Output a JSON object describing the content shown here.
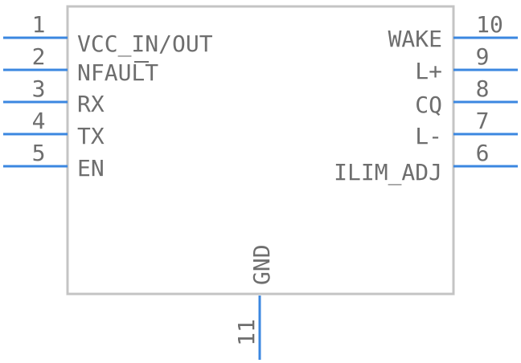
{
  "part": {
    "colors": {
      "pin": "#3b87e0",
      "body": "#c4c4c4",
      "text": "#6e6e6e"
    },
    "left_pins": [
      {
        "number": "1",
        "name": "VCC_IN/OUT"
      },
      {
        "number": "2",
        "name": "NFAULT",
        "overbar": "U"
      },
      {
        "number": "3",
        "name": "RX"
      },
      {
        "number": "4",
        "name": "TX"
      },
      {
        "number": "5",
        "name": "EN"
      }
    ],
    "right_pins": [
      {
        "number": "10",
        "name": "WAKE"
      },
      {
        "number": "9",
        "name": "L+"
      },
      {
        "number": "8",
        "name": "CQ"
      },
      {
        "number": "7",
        "name": "L-"
      },
      {
        "number": "6",
        "name": "ILIM_ADJ"
      }
    ],
    "bottom_pins": [
      {
        "number": "11",
        "name": "GND"
      }
    ]
  }
}
